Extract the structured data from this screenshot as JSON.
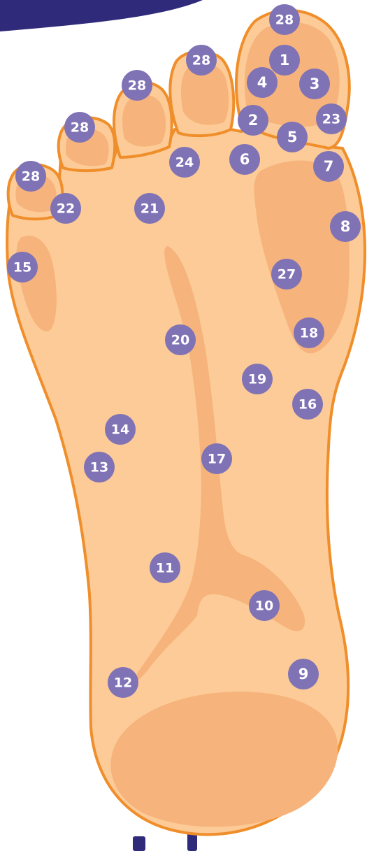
{
  "colors": {
    "foot_fill": "#FCCB97",
    "foot_stroke": "#EF8E2A",
    "shade_fill": "#F6B37C",
    "marker_fill": "#7F72B5",
    "marker_text": "#FFFFFF",
    "banner": "#2F2A7A"
  },
  "markers": [
    {
      "id": "m1",
      "label": "28"
    },
    {
      "id": "m2",
      "label": "1"
    },
    {
      "id": "m3",
      "label": "4"
    },
    {
      "id": "m4",
      "label": "3"
    },
    {
      "id": "m5",
      "label": "28"
    },
    {
      "id": "m6",
      "label": "28"
    },
    {
      "id": "m7",
      "label": "2"
    },
    {
      "id": "m8",
      "label": "23"
    },
    {
      "id": "m9",
      "label": "5"
    },
    {
      "id": "m10",
      "label": "28"
    },
    {
      "id": "m11",
      "label": "24"
    },
    {
      "id": "m12",
      "label": "6"
    },
    {
      "id": "m13",
      "label": "7"
    },
    {
      "id": "m14",
      "label": "28"
    },
    {
      "id": "m15",
      "label": "22"
    },
    {
      "id": "m16",
      "label": "21"
    },
    {
      "id": "m17",
      "label": "8"
    },
    {
      "id": "m18",
      "label": "15"
    },
    {
      "id": "m19",
      "label": "27"
    },
    {
      "id": "m20",
      "label": "18"
    },
    {
      "id": "m21",
      "label": "20"
    },
    {
      "id": "m22",
      "label": "19"
    },
    {
      "id": "m23",
      "label": "16"
    },
    {
      "id": "m24",
      "label": "14"
    },
    {
      "id": "m25",
      "label": "17"
    },
    {
      "id": "m26",
      "label": "13"
    },
    {
      "id": "m27",
      "label": "11"
    },
    {
      "id": "m28",
      "label": "10"
    },
    {
      "id": "m29",
      "label": "9"
    },
    {
      "id": "m30",
      "label": "12"
    }
  ]
}
